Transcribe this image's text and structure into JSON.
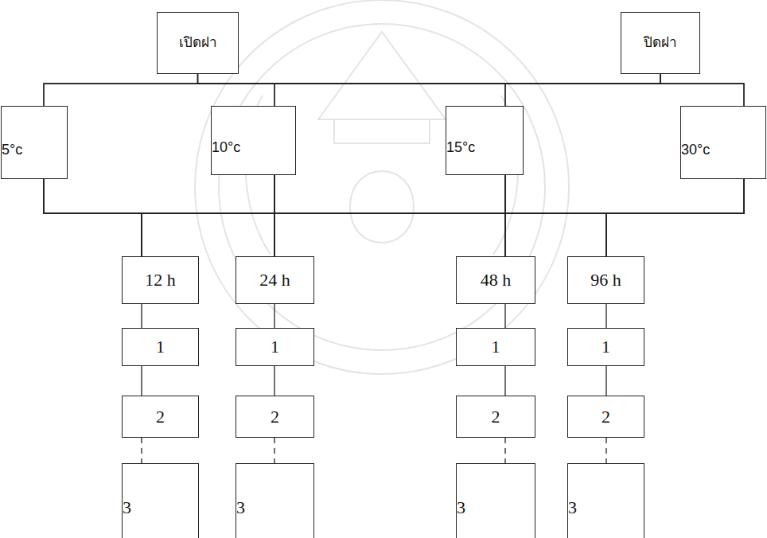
{
  "diagram": {
    "nodes": [
      {
        "text": [
          "เปิดฝา"
        ]
      },
      {
        "text": [
          "ปิดฝา"
        ]
      },
      {
        "text": [
          "5°c"
        ]
      },
      {
        "text": [
          "10°c"
        ]
      },
      {
        "text": [
          "15°c"
        ]
      },
      {
        "text": [
          "30°c"
        ]
      },
      {
        "text": [
          "12 h"
        ]
      },
      {
        "text": [
          "24 h"
        ]
      },
      {
        "text": [
          "48 h"
        ]
      },
      {
        "text": [
          "96 h"
        ]
      },
      {
        "text": [
          "1"
        ]
      },
      {
        "text": [
          "1"
        ]
      },
      {
        "text": [
          "1"
        ]
      },
      {
        "text": [
          "1"
        ]
      },
      {
        "text": [
          "2"
        ]
      },
      {
        "text": [
          "2"
        ]
      },
      {
        "text": [
          "2"
        ]
      },
      {
        "text": [
          "2"
        ]
      },
      {
        "text": [
          "3"
        ]
      },
      {
        "text": [
          "3"
        ]
      },
      {
        "text": [
          "3"
        ]
      },
      {
        "text": [
          "3"
        ]
      }
    ],
    "edges": [
      {
        "from": 0,
        "to": 2,
        "arrow": "none"
      },
      {
        "from": 0,
        "to": 3,
        "arrow": "none"
      },
      {
        "from": 0,
        "to": 4,
        "arrow": "none"
      },
      {
        "from": 0,
        "to": 5,
        "arrow": "none"
      },
      {
        "from": 1,
        "to": 2,
        "arrow": "none"
      },
      {
        "from": 1,
        "to": 3,
        "arrow": "none"
      },
      {
        "from": 1,
        "to": 4,
        "arrow": "none"
      },
      {
        "from": 1,
        "to": 5,
        "arrow": "none"
      },
      {
        "from": 2,
        "to": 6,
        "arrow": "none"
      },
      {
        "from": 2,
        "to": 7,
        "arrow": "none"
      },
      {
        "from": 2,
        "to": 8,
        "arrow": "none"
      },
      {
        "from": 2,
        "to": 9,
        "arrow": "none"
      },
      {
        "from": 3,
        "to": 6,
        "arrow": "none"
      },
      {
        "from": 3,
        "to": 7,
        "arrow": "none"
      },
      {
        "from": 3,
        "to": 8,
        "arrow": "none"
      },
      {
        "from": 3,
        "to": 9,
        "arrow": "none"
      },
      {
        "from": 4,
        "to": 6,
        "arrow": "none"
      },
      {
        "from": 4,
        "to": 7,
        "arrow": "none"
      },
      {
        "from": 4,
        "to": 8,
        "arrow": "none"
      },
      {
        "from": 4,
        "to": 9,
        "arrow": "none"
      },
      {
        "from": 5,
        "to": 6,
        "arrow": "none"
      },
      {
        "from": 5,
        "to": 7,
        "arrow": "none"
      },
      {
        "from": 5,
        "to": 8,
        "arrow": "none"
      },
      {
        "from": 5,
        "to": 9,
        "arrow": "none"
      },
      {
        "from": 6,
        "to": 10,
        "arrow": "none"
      },
      {
        "from": 7,
        "to": 11,
        "arrow": "none"
      },
      {
        "from": 8,
        "to": 12,
        "arrow": "none"
      },
      {
        "from": 9,
        "to": 13,
        "arrow": "none"
      },
      {
        "from": 10,
        "to": 14,
        "arrow": "none"
      },
      {
        "from": 11,
        "to": 15,
        "arrow": "none"
      },
      {
        "from": 12,
        "to": 16,
        "arrow": "none"
      },
      {
        "from": 13,
        "to": 17,
        "arrow": "none"
      },
      {
        "from": 14,
        "to": 18,
        "arrow": "none"
      },
      {
        "from": 15,
        "to": 19,
        "arrow": "none"
      },
      {
        "from": 16,
        "to": 20,
        "arrow": "none"
      },
      {
        "from": 17,
        "to": 21,
        "arrow": "none"
      }
    ]
  }
}
